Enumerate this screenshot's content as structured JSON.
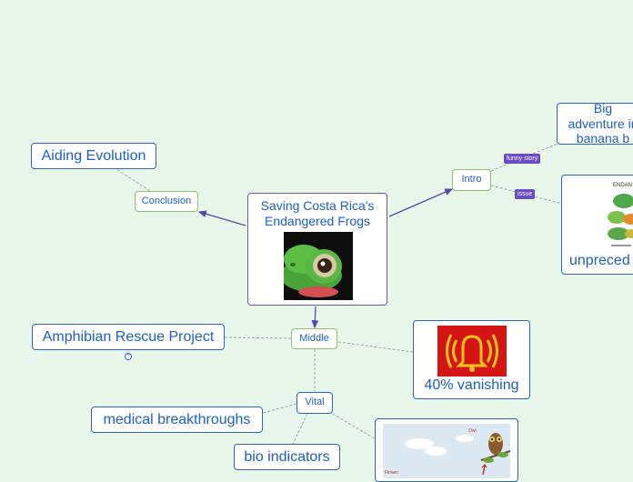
{
  "mindmap": {
    "central": {
      "title": "Saving Costa Rica's Endangered Frogs",
      "image": "green-tree-frog-photo"
    },
    "intro": {
      "label": "Intro",
      "tags": {
        "funny_story": "funny story",
        "issue": "issue"
      },
      "big_adventure": "Big adventure in banana b",
      "unprecedented": "unpreced",
      "unprecedented_image": "frog-species-chart"
    },
    "conclusion": {
      "label": "Conclusion",
      "aiding_evolution": "Aiding Evolution"
    },
    "middle": {
      "label": "Middle",
      "amphibian_rescue": "Amphibian Rescue Project",
      "vanishing": "40% vanishing",
      "vanishing_image": "red-alarm-bell-icon"
    },
    "vital": {
      "label": "Vital",
      "medical": "medical breakthroughs",
      "bio_indicators": "bio indicators",
      "food_chain_image": "owl-food-chain-illustration",
      "diagram_labels": {
        "owl_label": "Owl",
        "frog_label": "Flower"
      }
    }
  },
  "colors": {
    "background": "#e9f6ea",
    "node_border_blue": "#2f63c8",
    "node_border_purple": "#6a58b8",
    "node_border_green": "#8ac46a",
    "text_blue": "#1c5fbf",
    "tag_purple": "#6a4cc4"
  }
}
